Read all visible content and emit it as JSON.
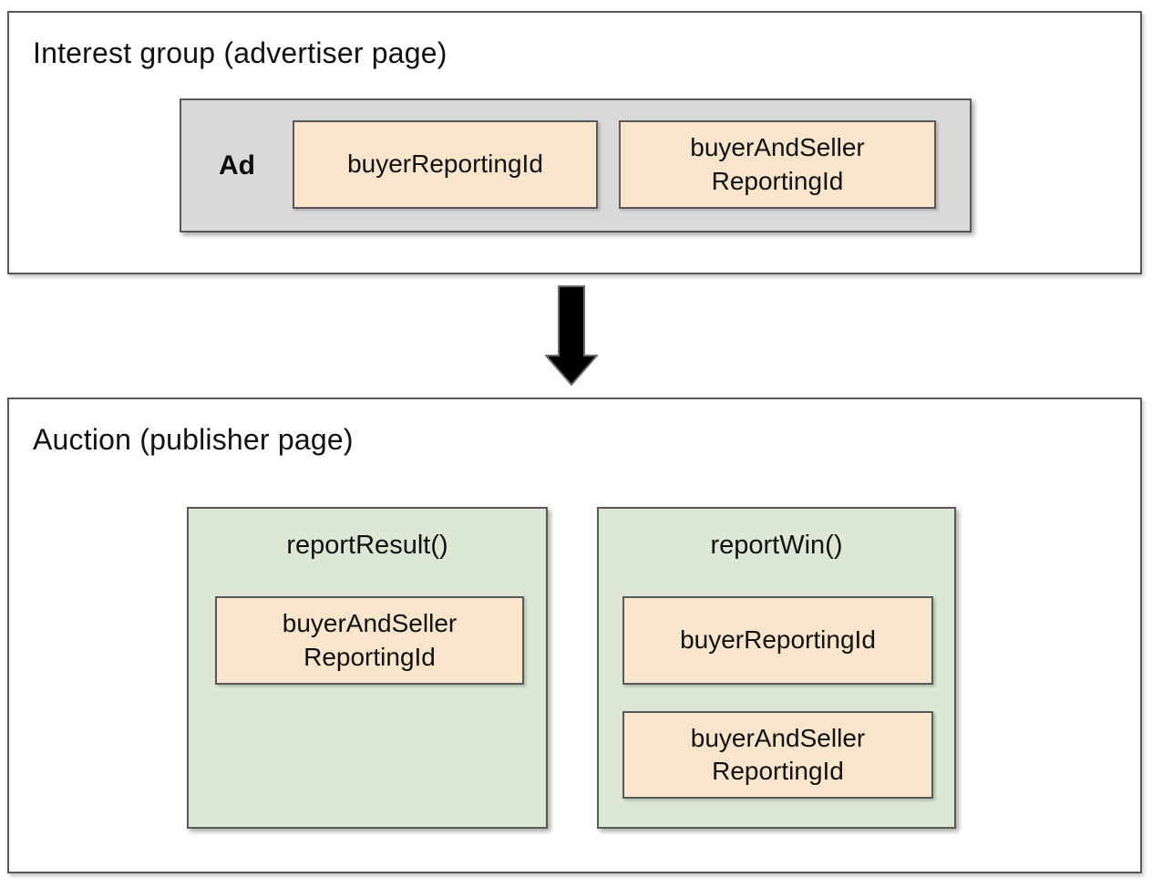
{
  "colors": {
    "background": "#ffffff",
    "border": "#595959",
    "ad_strip": "#d9d9da",
    "field_fill": "#f8e5cc",
    "function_fill": "#dce8d4",
    "arrow_fill": "#000000",
    "text": "#111111"
  },
  "interest_group": {
    "title": "Interest group (advertiser page)",
    "ad": {
      "label": "Ad",
      "fields": [
        "buyerReportingId",
        "buyerAndSeller\nReportingId"
      ]
    }
  },
  "arrow": {
    "direction": "down"
  },
  "auction": {
    "title": "Auction (publisher page)",
    "functions": [
      {
        "name": "reportResult()",
        "fields": [
          "buyerAndSeller\nReportingId"
        ]
      },
      {
        "name": "reportWin()",
        "fields": [
          "buyerReportingId",
          "buyerAndSeller\nReportingId"
        ]
      }
    ]
  }
}
